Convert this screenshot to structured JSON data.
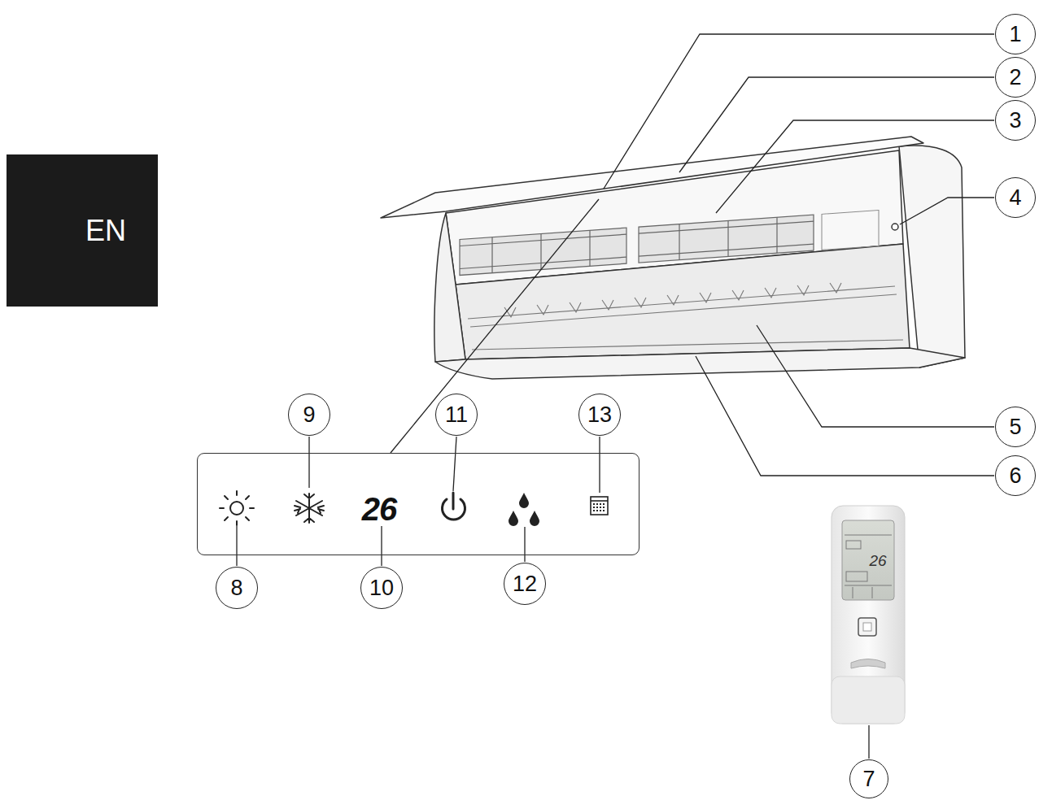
{
  "diagram": {
    "nodes": [
      {
        "text": [
          "EN"
        ]
      },
      {
        "text": [
          "1"
        ]
      },
      {
        "text": [
          "2"
        ]
      },
      {
        "text": [
          "3"
        ]
      },
      {
        "text": [
          "4"
        ]
      },
      {
        "text": [
          "9"
        ]
      },
      {
        "text": [
          "11"
        ]
      },
      {
        "text": [
          "13"
        ]
      },
      {
        "text": [
          "5"
        ]
      },
      {
        "text": [
          "26"
        ]
      },
      {
        "text": [
          "6"
        ]
      },
      {
        "text": [
          "8"
        ]
      },
      {
        "text": [
          "10"
        ]
      },
      {
        "text": [
          "12"
        ]
      },
      {
        "text": [
          "7"
        ]
      }
    ],
    "labels": [
      "26"
    ]
  }
}
